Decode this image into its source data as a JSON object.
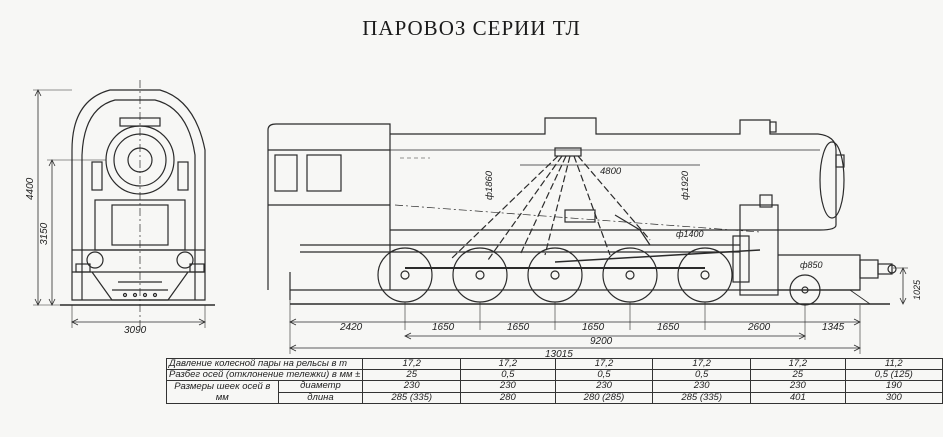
{
  "title": "ПАРОВОЗ СЕРИИ ТЛ",
  "front_view": {
    "height_total": "4400",
    "height_axis": "3150",
    "width": "3090"
  },
  "side_view": {
    "boiler_length": "4800",
    "dome_diameter": "ф1860",
    "boiler_diameter": "ф1920",
    "driving_wheel_diameter": "ф1400",
    "tender_wheel_diameter": "ф850",
    "buffer_height": "1025",
    "spacings": [
      "2420",
      "1650",
      "1650",
      "1650",
      "1650",
      "2600",
      "1345"
    ],
    "wheelbase": "9200",
    "total_length": "13015"
  },
  "table": {
    "row_pressure_label": "Давление колесной пары на рельсы в т",
    "row_play_label": "Разбег осей (отклонение тележки) в мм ±",
    "group_label": "Размеры шеек осей в мм",
    "sub_diameter": "диаметр",
    "sub_length": "длина",
    "pressure": [
      "17,2",
      "17,2",
      "17,2",
      "17,2",
      "17,2",
      "11,2"
    ],
    "play": [
      "25",
      "0,5",
      "0,5",
      "0,5",
      "25",
      "0,5 (125)"
    ],
    "diameter": [
      "230",
      "230",
      "230",
      "230",
      "230",
      "190"
    ],
    "length": [
      "285 (335)",
      "280",
      "280 (285)",
      "285 (335)",
      "401",
      "300"
    ]
  }
}
